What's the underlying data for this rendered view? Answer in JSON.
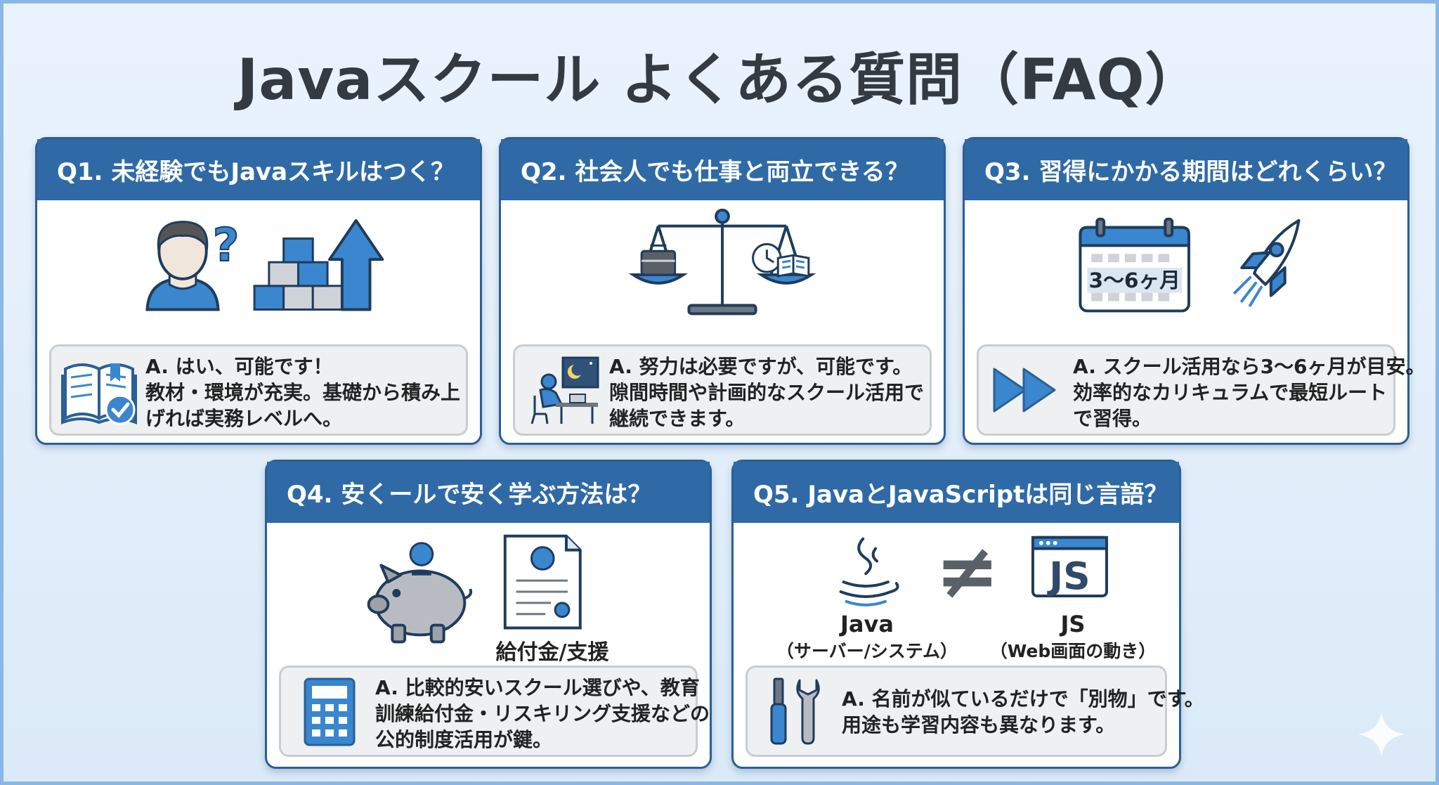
{
  "title": "Javaスクール よくある質問（FAQ）",
  "colors": {
    "header": "#2f6aa6",
    "accent": "#3a86cf",
    "background": "#e3eefa",
    "answer_box": "#eef0f2"
  },
  "cards": [
    {
      "question": "Q1. 未経験でもJavaスキルはつく？",
      "illustration_icons": [
        "person-icon",
        "question-mark-icon",
        "blocks-icon",
        "up-arrow-icon"
      ],
      "answer_icon": "book-check-icon",
      "answer_lines": [
        "A. はい、可能です！",
        "教材・環境が充実。基礎から積み上",
        "げれば実務レベルへ。"
      ]
    },
    {
      "question": "Q2. 社会人でも仕事と両立できる？",
      "illustration_icons": [
        "balance-scale-icon",
        "briefcase-icon",
        "clock-icon",
        "book-icon"
      ],
      "answer_icon": "night-study-icon",
      "answer_lines": [
        "A. 努力は必要ですが、可能です。",
        "隙間時間や計画的なスクール活用で",
        "継続できます。"
      ]
    },
    {
      "question": "Q3. 習得にかかる期間はどれくらい？",
      "illustration_icons": [
        "calendar-icon",
        "rocket-icon"
      ],
      "calendar_label": "3〜6ヶ月",
      "answer_icon": "fast-forward-icon",
      "answer_lines": [
        "A. スクール活用なら3〜6ヶ月が目安。",
        "効率的なカリキュラムで最短ルート",
        "で習得。"
      ]
    },
    {
      "question": "Q4. 安くールで安く学ぶ方法は？",
      "illustration_icons": [
        "piggy-bank-icon",
        "coin-icon",
        "certificate-icon"
      ],
      "certificate_caption": "給付金/支援",
      "answer_icon": "calculator-icon",
      "answer_lines": [
        "A. 比較的安いスクール選びや、教育",
        "訓練給付金・リスキリング支援などの",
        "公的制度活用が鍵。"
      ]
    },
    {
      "question": "Q5. JavaとJavaScriptは同じ言語？",
      "illustration_icons": [
        "java-cup-icon",
        "not-equal-icon",
        "js-window-icon"
      ],
      "java_label": "Java",
      "java_sub": "（サーバー/システム）",
      "js_badge": "JS",
      "js_label": "JS",
      "js_sub": "（Web画面の動き）",
      "answer_icon": "tools-icon",
      "answer_lines": [
        "A. 名前が似ているだけで「別物」です。",
        "用途も学習内容も異なります。"
      ]
    }
  ]
}
